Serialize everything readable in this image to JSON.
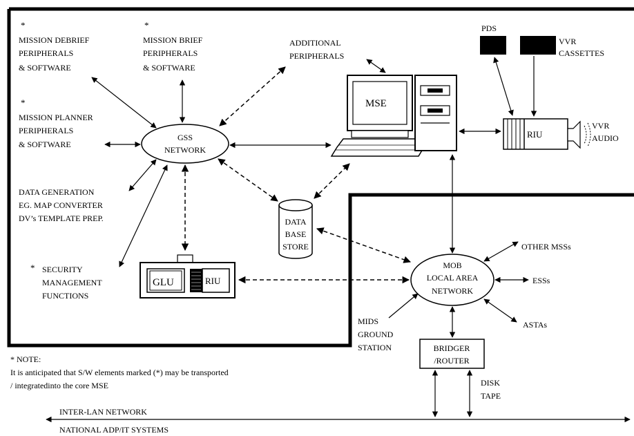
{
  "peripherals": {
    "mission_debrief": {
      "star": "*",
      "lines": [
        "MISSION DEBRIEF",
        "PERIPHERALS",
        "& SOFTWARE"
      ]
    },
    "mission_brief": {
      "star": "*",
      "lines": [
        "MISSION BRIEF",
        "PERIPHERALS",
        "& SOFTWARE"
      ]
    },
    "additional": {
      "lines": [
        "ADDITIONAL",
        "PERIPHERALS"
      ]
    },
    "mission_planner": {
      "star": "*",
      "lines": [
        "MISSION PLANNER",
        "PERIPHERALS",
        "& SOFTWARE"
      ]
    },
    "data_generation": {
      "lines": [
        "DATA GENERATION",
        "EG. MAP CONVERTER",
        "DV’s TEMPLATE PREP."
      ]
    },
    "security": {
      "star": "*",
      "lines": [
        "SECURITY",
        "MANAGEMENT",
        "FUNCTIONS"
      ]
    }
  },
  "nodes": {
    "gss_network": [
      "GSS",
      "NETWORK"
    ],
    "mse": "MSE",
    "riu_top": "RIU",
    "pds": "PDS",
    "vvr_cassettes": [
      "VVR",
      "CASSETTES"
    ],
    "vvr_audio": [
      "VVR",
      "AUDIO"
    ],
    "data_base_store": [
      "DATA",
      "BASE",
      "STORE"
    ],
    "glu": "GLU",
    "riu_bottom": "RIU",
    "mob_lan": [
      "MOB",
      "LOCAL AREA",
      "NETWORK"
    ],
    "other_mss": "OTHER MSSs",
    "ess": "ESSs",
    "astas": "ASTAs",
    "mids_ground_station": [
      "MIDS",
      "GROUND",
      "STATION"
    ],
    "bridger_router": [
      "BRIDGER",
      "/ROUTER"
    ],
    "disk_tape": [
      "DISK",
      "TAPE"
    ]
  },
  "note": {
    "title": "* NOTE:",
    "lines": [
      "It is anticipated that S/W elements marked (*) may be transported",
      "/ integratedinto the core MSE"
    ]
  },
  "bottom": {
    "inter_lan": "INTER-LAN NETWORK",
    "national": "NATIONAL ADP/IT SYSTEMS"
  }
}
